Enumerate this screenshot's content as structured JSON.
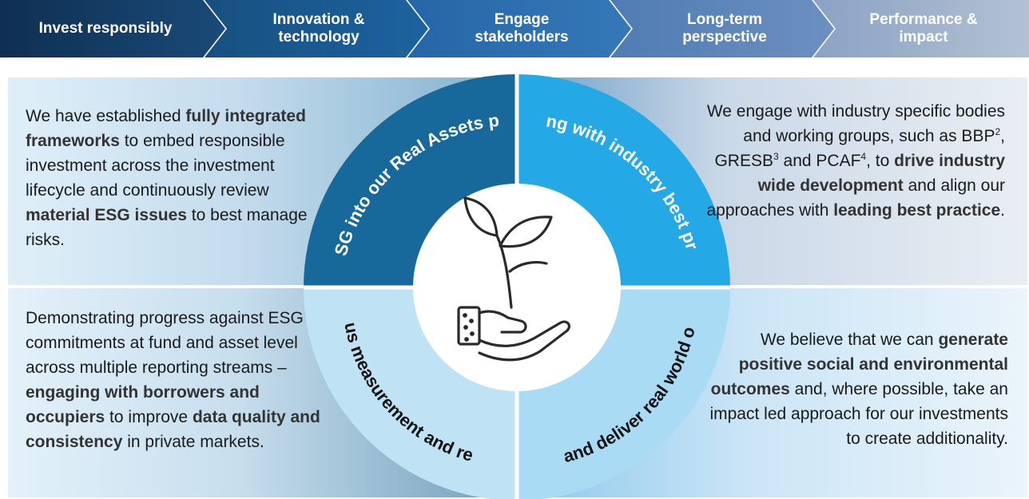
{
  "steps": [
    {
      "label": "Invest responsibly"
    },
    {
      "label": "Innovation & technology"
    },
    {
      "label": "Engage stakeholders"
    },
    {
      "label": "Long-term perspective"
    },
    {
      "label": "Performance & impact"
    }
  ],
  "quadrants": {
    "top_left": "Embed ESG into our Real Assets processes",
    "top_right": "Aligning with industry best practice",
    "bottom_left": "Rigorous measurement and reporting",
    "bottom_right": "Identify and deliver real world outcomes"
  },
  "panels": {
    "top_left": {
      "t1": "We have established ",
      "b1": "fully integrated frameworks",
      "t2": " to embed responsible investment across the investment lifecycle and continuously review ",
      "b2": "material ESG issues",
      "t3": " to best manage risks."
    },
    "top_right": {
      "t1": "We engage with industry specific bodies and working groups, such as BBP",
      "s1": "2",
      "t2": ", GRESB",
      "s2": "3",
      "t3": " and PCAF",
      "s3": "4",
      "t4": ", to ",
      "b1": "drive industry wide development",
      "t5": " and align our approaches with ",
      "b2": "leading best practice",
      "t6": "."
    },
    "bottom_left": {
      "t1": "Demonstrating progress against ESG commitments at fund and asset level across multiple reporting streams – ",
      "b1": "engaging with borrowers and occupiers",
      "t2": " to improve ",
      "b2": "data quality and consistency",
      "t3": " in private markets."
    },
    "bottom_right": {
      "t1": "We believe that we can ",
      "b1": "generate positive social and environmental outcomes",
      "t2": " and, where possible, take an impact led approach for our investments to create additionality."
    }
  },
  "center_icon": "hand-holding-plant-icon",
  "colors": {
    "chevron_1": "#13385f",
    "chevron_2": "#1a5a93",
    "chevron_3": "#2f6fb0",
    "chevron_4": "#5e86ba",
    "chevron_5": "#9bafc8",
    "quad_top_left": "#17699b",
    "quad_top_right": "#24a9e6",
    "quad_bottom_left": "#bfe3f5",
    "quad_bottom_right": "#a9dbf4"
  }
}
